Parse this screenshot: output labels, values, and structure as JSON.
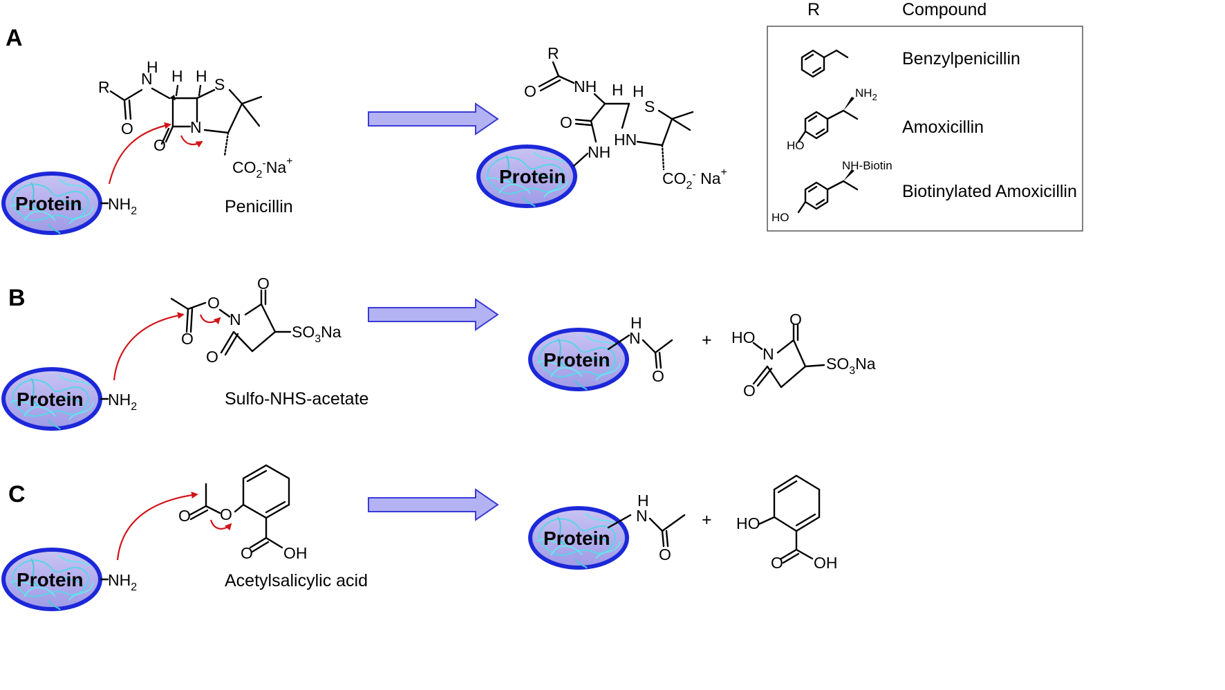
{
  "panels": {
    "a": "A",
    "b": "B",
    "c": "C"
  },
  "protein_label": "Protein",
  "amine": "NH",
  "amine_sub": "2",
  "penicillin": {
    "name": "Penicillin",
    "r": "R",
    "n": "N",
    "h1": "H",
    "h2": "H",
    "s": "S",
    "o1": "O",
    "o2": "O",
    "co2": "CO",
    "co2_sub": "2",
    "co2_sup": "-",
    "na": "Na",
    "na_sup": "+"
  },
  "penicillin_product": {
    "r": "R",
    "o1": "O",
    "nh1": "NH",
    "h": "H",
    "h2": "H",
    "s": "S",
    "o2": "O",
    "nh2": "NH",
    "hn": "HN",
    "co2": "CO",
    "co2_sub": "2",
    "co2_sup": "-",
    "na": " Na",
    "na_sup": "+"
  },
  "table": {
    "col_r": "R",
    "col_compound": "Compound",
    "rows": [
      "Benzylpenicillin",
      "Amoxicillin",
      "Biotinylated Amoxicillin"
    ],
    "nh2": "NH",
    "nh2_sub": "2",
    "ho": "HO",
    "nh_biotin": "NH-Biotin"
  },
  "sulfo": {
    "name": "Sulfo-NHS-acetate",
    "o": "O",
    "n": "N",
    "so3na_pre": "SO",
    "so3na_sub": "3",
    "so3na_post": "Na",
    "ho": "HO",
    "plus": "+",
    "h": "H",
    "nbond": "N"
  },
  "aspirin": {
    "name": "Acetylsalicylic acid",
    "o": "O",
    "oh": "OH",
    "ho": "HO",
    "plus": "+",
    "h": "H",
    "n": "N"
  }
}
